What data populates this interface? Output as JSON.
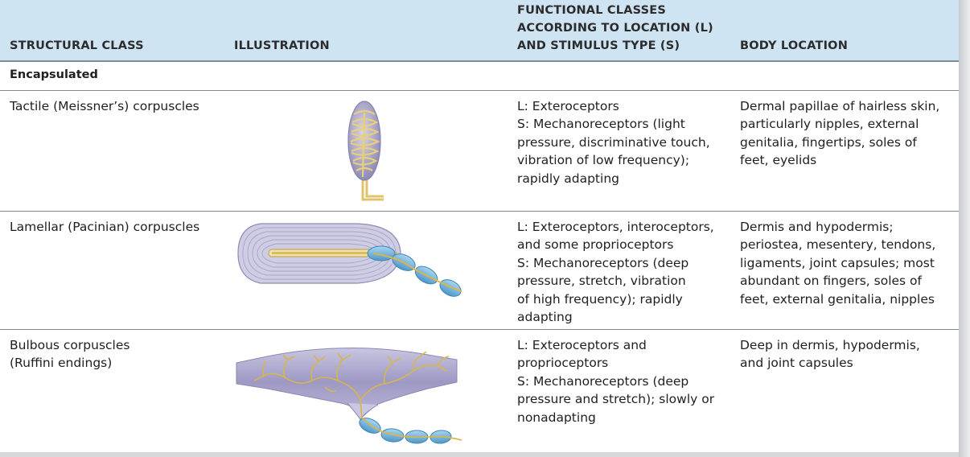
{
  "header": {
    "structural_class": "STRUCTURAL CLASS",
    "illustration": "ILLUSTRATION",
    "functional_classes": "FUNCTIONAL CLASSES\nACCORDING TO LOCATION (L)\nAND STIMULUS TYPE (S)",
    "body_location": "BODY LOCATION"
  },
  "group": {
    "label": "Encapsulated"
  },
  "rows": [
    {
      "structural_class": "Tactile (Meissner’s) corpuscles",
      "functional": "L: Exteroceptors\nS: Mechanoreceptors (light\npressure, discriminative touch,\nvibration of low frequency);\nrapidly adapting",
      "body_location": "Dermal papillae of hairless skin,\nparticularly nipples, external\ngenitalia, fingertips, soles of\nfeet, eyelids",
      "illustration_icon": "meissner-corpuscle-illustration"
    },
    {
      "structural_class": "Lamellar (Pacinian) corpuscles",
      "functional": "L: Exteroceptors, interoceptors,\nand some proprioceptors\nS: Mechanoreceptors (deep\npressure, stretch, vibration\nof high frequency); rapidly\nadapting",
      "body_location": "Dermis and hypodermis;\nperiostea, mesentery, tendons,\nligaments, joint capsules; most\nabundant on fingers, soles of\nfeet, external genitalia, nipples",
      "illustration_icon": "pacinian-corpuscle-illustration"
    },
    {
      "structural_class": "Bulbous corpuscles\n(Ruffini endings)",
      "functional": "L: Exteroceptors and\nproprioceptors\nS: Mechanoreceptors (deep\npressure and stretch); slowly or\nnonadapting",
      "body_location": "Deep in dermis, hypodermis,\nand joint capsules",
      "illustration_icon": "ruffini-ending-illustration"
    }
  ],
  "colors": {
    "header_bg": "#cfe4f3",
    "rule": "#7f8c96",
    "capsule": "#b9b6d6",
    "nerve": "#d9b64a",
    "myelin": "#6fb3de"
  }
}
